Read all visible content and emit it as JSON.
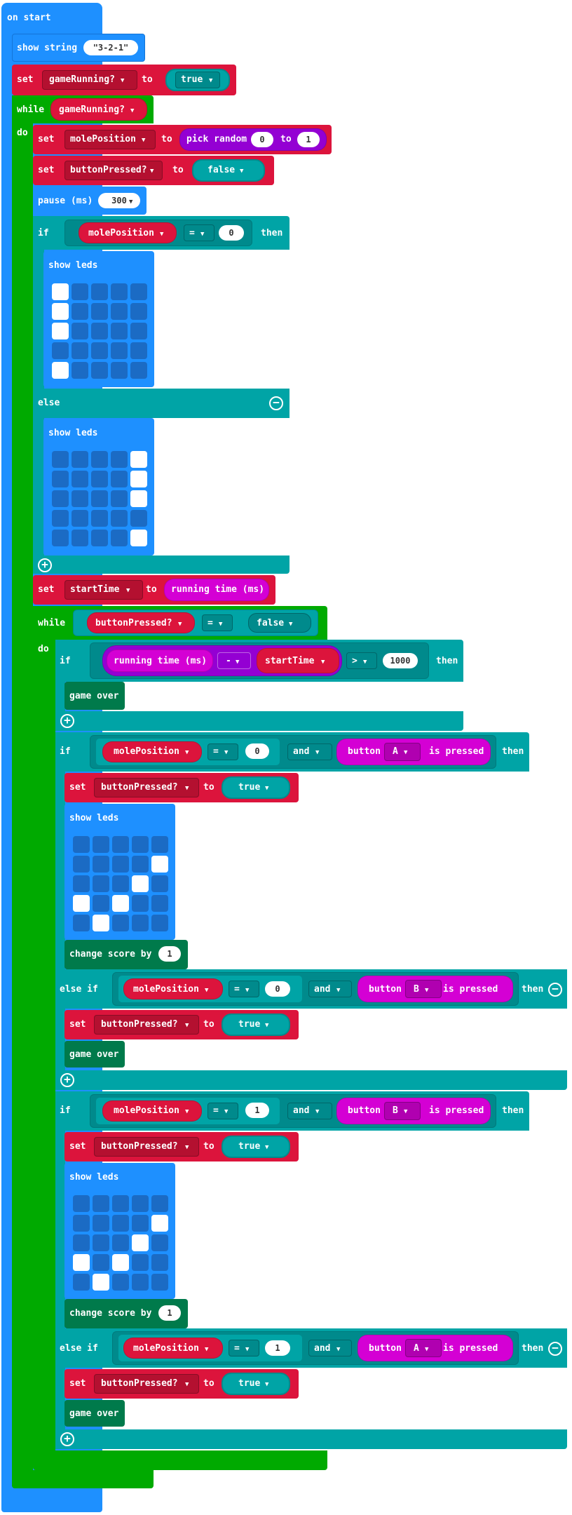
{
  "on_start": "on start",
  "show_string": {
    "label": "show string",
    "value": "\"3-2-1\""
  },
  "set1": {
    "set": "set",
    "var": "gameRunning?",
    "to": "to",
    "value": "true"
  },
  "while1": {
    "label": "while",
    "cond": "gameRunning?",
    "do": "do"
  },
  "set2": {
    "set": "set",
    "var": "molePosition",
    "to": "to",
    "fn": "pick random",
    "from": "0",
    "to2": "to",
    "max": "1"
  },
  "set3": {
    "set": "set",
    "var": "buttonPressed?",
    "to": "to",
    "value": "false"
  },
  "pause": {
    "label": "pause (ms)",
    "value": "300"
  },
  "if1": {
    "if": "if",
    "var": "molePosition",
    "op": "=",
    "val": "0",
    "then": "then",
    "show_leds": "show leds",
    "else": "else",
    "show_leds2": "show leds"
  },
  "set4": {
    "set": "set",
    "var": "startTime",
    "to": "to",
    "value": "running time (ms)"
  },
  "while2": {
    "label": "while",
    "var": "buttonPressed?",
    "op": "=",
    "val": "false",
    "do": "do"
  },
  "if2": {
    "if": "if",
    "lhs": "running time (ms)",
    "minus": "-",
    "rhs": "startTime",
    "op": ">",
    "val": "1000",
    "then": "then",
    "game_over": "game over"
  },
  "if3": {
    "if": "if",
    "var": "molePosition",
    "op": "=",
    "val": "0",
    "and": "and",
    "btn_pre": "button",
    "btn": "A",
    "btn_post": "is pressed",
    "then": "then",
    "set": "set",
    "set_var": "buttonPressed?",
    "set_to": "to",
    "set_val": "true",
    "show_leds": "show leds",
    "change": "change score by",
    "change_val": "1",
    "elseif": "else if",
    "var2": "molePosition",
    "op2": "=",
    "val2": "0",
    "and2": "and",
    "btn2_pre": "button",
    "btn2": "B",
    "btn2_post": "is pressed",
    "then2": "then",
    "set2": "set",
    "set2_var": "buttonPressed?",
    "set2_to": "to",
    "set2_val": "true",
    "game_over": "game over"
  },
  "if4": {
    "if": "if",
    "var": "molePosition",
    "op": "=",
    "val": "1",
    "and": "and",
    "btn_pre": "button",
    "btn": "B",
    "btn_post": "is pressed",
    "then": "then",
    "set": "set",
    "set_var": "buttonPressed?",
    "set_to": "to",
    "set_val": "true",
    "show_leds": "show leds",
    "change": "change score by",
    "change_val": "1",
    "elseif": "else if",
    "var2": "molePosition",
    "op2": "=",
    "val2": "1",
    "and2": "and",
    "btn2_pre": "button",
    "btn2": "A",
    "btn2_post": "is pressed",
    "then2": "then",
    "set2": "set",
    "set2_var": "buttonPressed?",
    "set2_to": "to",
    "set2_val": "true",
    "game_over": "game over"
  },
  "led_patterns": {
    "left_column": [
      [
        1,
        0,
        0,
        0,
        0
      ],
      [
        1,
        0,
        0,
        0,
        0
      ],
      [
        1,
        0,
        0,
        0,
        0
      ],
      [
        0,
        0,
        0,
        0,
        0
      ],
      [
        1,
        0,
        0,
        0,
        0
      ]
    ],
    "right_column": [
      [
        0,
        0,
        0,
        0,
        1
      ],
      [
        0,
        0,
        0,
        0,
        1
      ],
      [
        0,
        0,
        0,
        0,
        1
      ],
      [
        0,
        0,
        0,
        0,
        0
      ],
      [
        0,
        0,
        0,
        0,
        1
      ]
    ],
    "check_mark": [
      [
        0,
        0,
        0,
        0,
        0
      ],
      [
        0,
        0,
        0,
        0,
        1
      ],
      [
        0,
        0,
        0,
        1,
        0
      ],
      [
        1,
        0,
        1,
        0,
        0
      ],
      [
        0,
        1,
        0,
        0,
        0
      ]
    ]
  },
  "colors": {
    "basic": "#1e90ff",
    "loops": "#00aa00",
    "variables": "#dc143c",
    "logic": "#00a4a6",
    "math": "#9400d3",
    "input": "#d400d4",
    "game": "#007a4b"
  }
}
